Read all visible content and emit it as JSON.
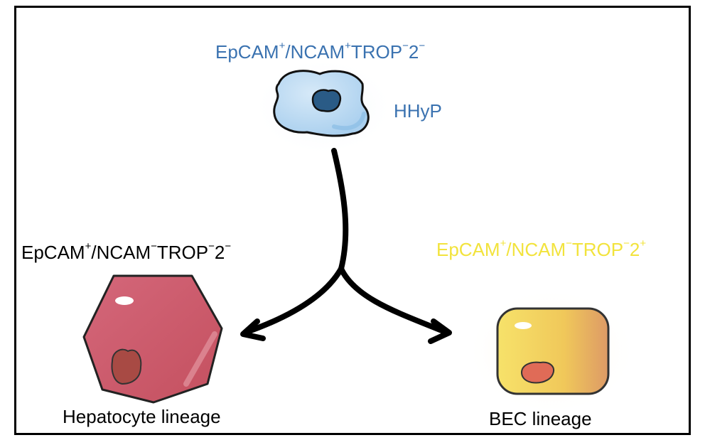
{
  "progenitor": {
    "marker_parts": [
      "EpCAM",
      "+",
      "/NCAM",
      "+",
      "TROP",
      "−",
      "2",
      "−"
    ],
    "name": "HHyP",
    "color": "#3a72b0"
  },
  "hepatocyte": {
    "marker_parts": [
      "EpCAM",
      "+",
      "/NCAM",
      "−",
      "TROP",
      "−",
      "2",
      "−"
    ],
    "name": "Hepatocyte lineage",
    "color": "#000000",
    "cell_color": "#cc5a6b"
  },
  "bec": {
    "marker_parts": [
      "EpCAM",
      "+",
      "/NCAM",
      "−",
      "TROP",
      "−",
      "2",
      "+"
    ],
    "name": "BEC lineage",
    "color": "#f2e33c",
    "cell_color": "#f2cc5a"
  }
}
